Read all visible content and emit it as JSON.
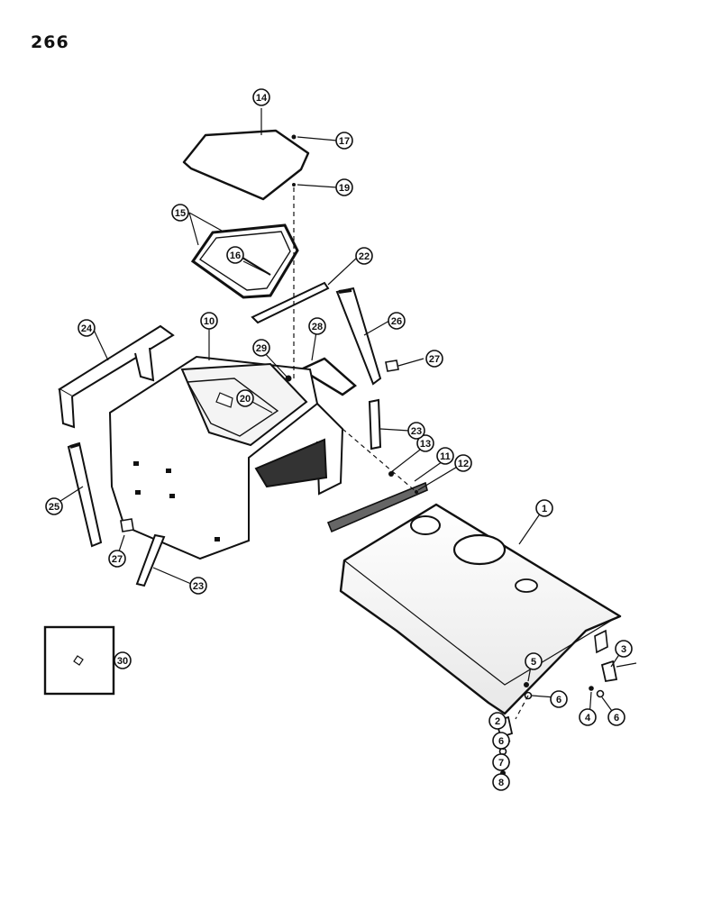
{
  "page": {
    "number": "266"
  },
  "callouts": [
    {
      "id": "c1",
      "label": "1"
    },
    {
      "id": "c2",
      "label": "2"
    },
    {
      "id": "c3",
      "label": "3"
    },
    {
      "id": "c4",
      "label": "4"
    },
    {
      "id": "c5",
      "label": "5"
    },
    {
      "id": "c6a",
      "label": "6"
    },
    {
      "id": "c6b",
      "label": "6"
    },
    {
      "id": "c6c",
      "label": "6"
    },
    {
      "id": "c7",
      "label": "7"
    },
    {
      "id": "c8",
      "label": "8"
    },
    {
      "id": "c10",
      "label": "10"
    },
    {
      "id": "c11",
      "label": "11"
    },
    {
      "id": "c12",
      "label": "12"
    },
    {
      "id": "c13",
      "label": "13"
    },
    {
      "id": "c14",
      "label": "14"
    },
    {
      "id": "c15",
      "label": "15"
    },
    {
      "id": "c16",
      "label": "16"
    },
    {
      "id": "c17",
      "label": "17"
    },
    {
      "id": "c19",
      "label": "19"
    },
    {
      "id": "c20",
      "label": "20"
    },
    {
      "id": "c22",
      "label": "22"
    },
    {
      "id": "c23a",
      "label": "23"
    },
    {
      "id": "c23b",
      "label": "23"
    },
    {
      "id": "c24",
      "label": "24"
    },
    {
      "id": "c25",
      "label": "25"
    },
    {
      "id": "c26",
      "label": "26"
    },
    {
      "id": "c27a",
      "label": "27"
    },
    {
      "id": "c27b",
      "label": "27"
    },
    {
      "id": "c28",
      "label": "28"
    },
    {
      "id": "c29",
      "label": "29"
    },
    {
      "id": "c30",
      "label": "30"
    }
  ]
}
